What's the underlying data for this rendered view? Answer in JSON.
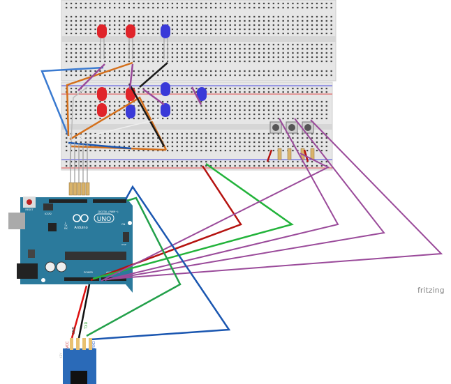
{
  "watermark": "fritzing",
  "arduino": {
    "brand": "Arduino",
    "model": "UNO",
    "reset_label": "RESET",
    "icsp2_label": "ICSP2",
    "icsp_label": "ICSP",
    "digital_label": "DIGITAL (PWM~)",
    "power_label": "POWER",
    "analog_label": "ANALOG IN",
    "on_label": "ON",
    "tx_label": "TX",
    "rx_label": "RX",
    "l_label": "L"
  },
  "bluetooth_module": {
    "pins": [
      "VCC",
      "GND",
      "TXD",
      "RXD"
    ],
    "key_label": "KEY"
  },
  "colors": {
    "board": "#2b7a9c",
    "wire_red": "#b5120f",
    "wire_green": "#22b33a",
    "wire_blue": "#1a56b0",
    "wire_purple": "#9a4a9a",
    "wire_orange": "#d4701c",
    "wire_black": "#1a1a1a",
    "led_red": "#e0242a",
    "led_blue": "#3a3ad8"
  }
}
